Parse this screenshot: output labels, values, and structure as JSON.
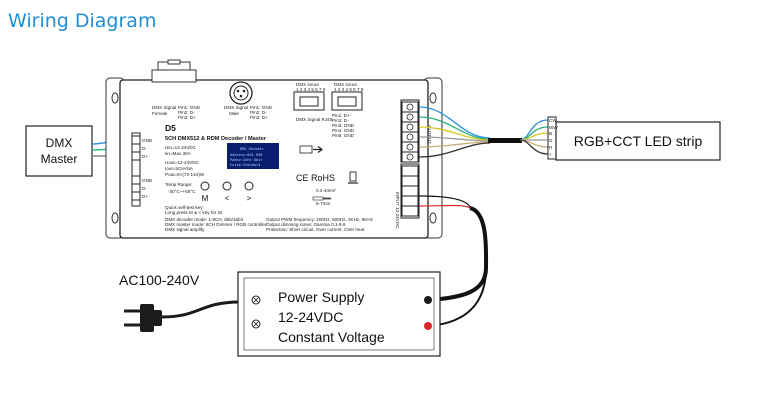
{
  "title": "Wiring Diagram",
  "dmx_master": {
    "line1": "DMX",
    "line2": "Master"
  },
  "led_strip": {
    "label": "RGB+CCT LED strip",
    "pins": [
      "CW",
      "WW",
      "B",
      "G",
      "R",
      "+"
    ]
  },
  "ac_input": {
    "label": "AC100-240V"
  },
  "power_supply": {
    "line1": "Power Supply",
    "line2": "12-24VDC",
    "line3": "Constant Voltage"
  },
  "decoder": {
    "model": "D5",
    "name": "5CH DMX512 & RDM Decoder / Master",
    "specs": [
      "Uin=12-24VDC",
      "Iin=Max 30A",
      "Uout=12-24VDC",
      "Iout=5CH<6A",
      "Pout=5×(72-144)W"
    ],
    "temp_label": "Temp Range:",
    "temp_value": "-30°C~+55°C",
    "buttons": [
      "M",
      "<",
      ">"
    ],
    "display": [
      "DMX Decoder",
      "Address:001   RGB",
      "Pwmhz:2kHz   8bit",
      "Curve:Standard"
    ],
    "ce_rohs": "CE RoHS",
    "xlr_female": {
      "label": "DMX Signal",
      "sub": "Female",
      "pins": [
        "Pin1: GND",
        "Pin2: D-",
        "Pin3: D+"
      ]
    },
    "xlr_male": {
      "label": "DMX Signal",
      "sub": "Male",
      "pins": [
        "Pin1: GND",
        "Pin2: D-",
        "Pin3: D+"
      ]
    },
    "rj45_in": "DMX in/out",
    "rj45_out": "DMX in/out",
    "rj45_numbers": "1 2 3 4 5 6 7 8",
    "rj45_label": "DMX Signal RJ45",
    "rj45_pins": [
      "Pin1: D+",
      "Pin2: D-",
      "Pin3: GND",
      "Pin4: GND",
      "Pin5: GND"
    ],
    "dmx_terminal": [
      "GND",
      "D-",
      "D+",
      "GND",
      "D-",
      "D+"
    ],
    "output_label": "OUTPUT",
    "input_label": "INPUT 12-24VDC",
    "wire_note": "0.2-4mm²",
    "strip_note": "6-7mm",
    "fine_left": [
      "Quick self-test key:",
      "Long press M & < key for 2s",
      "DMX decoder mode: 1-5CH, 8bit/16bit",
      "DMX master mode: 5CH Dimmer / RGB controller",
      "DMX signal amplify"
    ],
    "fine_right": [
      "Output PWM frequency: 200Hz, 500Hz, 2KHz, 8KHz",
      "Output dimming curve: Gamma 0.1-9.9",
      "Protection: Short circuit, Over current, Over heat"
    ]
  }
}
